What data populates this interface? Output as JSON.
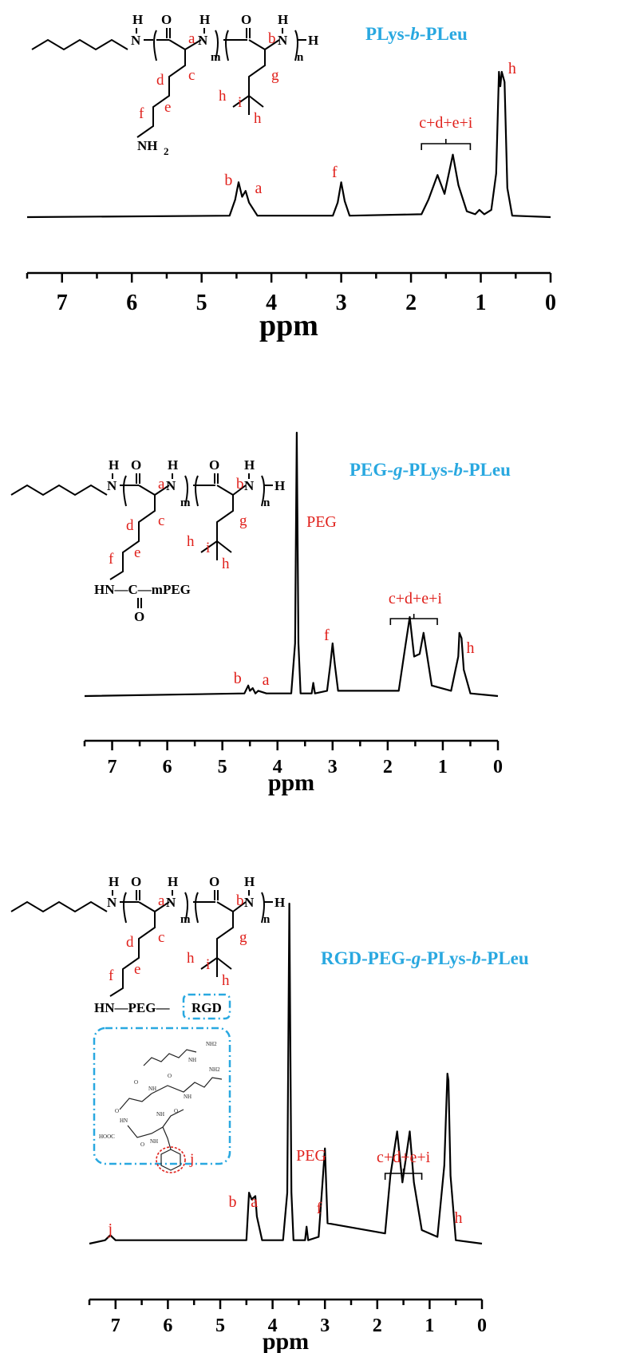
{
  "colors": {
    "title": "#29a8e0",
    "label": "#e0201b",
    "trace": "#000000",
    "box": "#29a8e0",
    "ring": "#e0201b"
  },
  "chart_data": [
    {
      "type": "line",
      "title": "PLys-b-PLeu",
      "title_parts": [
        "PLys-",
        "b",
        "-PLeu"
      ],
      "xlabel": "ppm",
      "xlim": [
        7.5,
        0
      ],
      "x_reversed": true,
      "grid": false,
      "xticks": [
        "7",
        "6",
        "5",
        "4",
        "3",
        "2",
        "1",
        "0"
      ],
      "series": [
        {
          "x": [
            7.5,
            4.6,
            4.52,
            4.47,
            4.42,
            4.37,
            4.32,
            4.2,
            3.12,
            3.05,
            3.0,
            2.95,
            2.88,
            1.85,
            1.75,
            1.62,
            1.52,
            1.4,
            1.32,
            1.2,
            1.08,
            1.02,
            0.95,
            0.85,
            0.78,
            0.74,
            0.72,
            0.7,
            0.66,
            0.62,
            0.55,
            0
          ],
          "y": [
            0,
            0.01,
            0.12,
            0.24,
            0.14,
            0.18,
            0.1,
            0.01,
            0.01,
            0.1,
            0.24,
            0.11,
            0.01,
            0.02,
            0.12,
            0.29,
            0.16,
            0.43,
            0.22,
            0.04,
            0.02,
            0.05,
            0.02,
            0.05,
            0.3,
            1.0,
            0.9,
            1.0,
            0.93,
            0.2,
            0.01,
            0
          ]
        }
      ],
      "peak_labels": [
        {
          "text": "b",
          "x": 4.5
        },
        {
          "text": "a",
          "x": 4.3
        },
        {
          "text": "f",
          "x": 3.05
        },
        {
          "text": "c+d+e+i",
          "x": 1.5
        },
        {
          "text": "h",
          "x": 0.55
        }
      ],
      "structure": {
        "sidechain_end": "NH",
        "sidechain_end_sub": "2"
      }
    },
    {
      "type": "line",
      "title": "PEG-g-PLys-b-PLeu",
      "title_parts": [
        "PEG-",
        "g",
        "-PLys-",
        "b",
        "-PLeu"
      ],
      "xlabel": "ppm",
      "xlim": [
        7.5,
        0
      ],
      "x_reversed": true,
      "grid": false,
      "xticks": [
        "7",
        "6",
        "5",
        "4",
        "3",
        "2",
        "1",
        "0"
      ],
      "series": [
        {
          "x": [
            7.5,
            4.6,
            4.53,
            4.5,
            4.45,
            4.4,
            4.35,
            4.2,
            3.75,
            3.68,
            3.65,
            3.62,
            3.58,
            3.5,
            3.38,
            3.35,
            3.32,
            3.1,
            3.04,
            3.0,
            2.96,
            2.9,
            1.8,
            1.68,
            1.6,
            1.52,
            1.42,
            1.35,
            1.2,
            0.85,
            0.72,
            0.7,
            0.66,
            0.62,
            0.5,
            0
          ],
          "y": [
            0,
            0.01,
            0.04,
            0.02,
            0.03,
            0.01,
            0.02,
            0.01,
            0.01,
            0.2,
            1.0,
            0.2,
            0.01,
            0.01,
            0.01,
            0.05,
            0.01,
            0.02,
            0.12,
            0.2,
            0.12,
            0.02,
            0.02,
            0.19,
            0.3,
            0.15,
            0.16,
            0.24,
            0.04,
            0.02,
            0.15,
            0.24,
            0.22,
            0.1,
            0.01,
            0
          ]
        }
      ],
      "peak_labels": [
        {
          "text": "b",
          "x": 4.55
        },
        {
          "text": "a",
          "x": 4.3
        },
        {
          "text": "PEG",
          "x": 3.2
        },
        {
          "text": "f",
          "x": 3.05
        },
        {
          "text": "c+d+e+i",
          "x": 1.5
        },
        {
          "text": "h",
          "x": 0.5
        }
      ],
      "structure": {
        "sidechain_end": "HN—C—mPEG",
        "carbonyl": "O"
      }
    },
    {
      "type": "line",
      "title": "RGD-PEG-g-PLys-b-PLeu",
      "title_parts": [
        "RGD-PEG-",
        "g",
        "-PLys-",
        "b",
        "-PLeu"
      ],
      "xlabel": "ppm",
      "xlim": [
        7.5,
        0
      ],
      "x_reversed": true,
      "grid": false,
      "xticks": [
        "7",
        "6",
        "5",
        "4",
        "3",
        "2",
        "1",
        "0"
      ],
      "series": [
        {
          "x": [
            7.5,
            7.2,
            7.1,
            7.0,
            4.5,
            4.45,
            4.4,
            4.33,
            4.3,
            4.2,
            3.8,
            3.72,
            3.68,
            3.64,
            3.6,
            3.5,
            3.38,
            3.35,
            3.32,
            3.12,
            3.05,
            3.0,
            2.95,
            1.85,
            1.75,
            1.62,
            1.52,
            1.38,
            1.3,
            1.15,
            0.85,
            0.72,
            0.66,
            0.64,
            0.6,
            0.5,
            0
          ],
          "y": [
            0,
            0.01,
            0.025,
            0.01,
            0.01,
            0.15,
            0.13,
            0.14,
            0.08,
            0.01,
            0.01,
            0.15,
            1.0,
            0.15,
            0.01,
            0.01,
            0.01,
            0.05,
            0.01,
            0.02,
            0.17,
            0.28,
            0.06,
            0.03,
            0.2,
            0.33,
            0.18,
            0.33,
            0.18,
            0.04,
            0.02,
            0.23,
            0.5,
            0.48,
            0.2,
            0.01,
            0
          ]
        }
      ],
      "peak_labels": [
        {
          "text": "j",
          "x": 7.1
        },
        {
          "text": "b",
          "x": 4.55
        },
        {
          "text": "a",
          "x": 4.35
        },
        {
          "text": "PEG",
          "x": 3.2
        },
        {
          "text": "f",
          "x": 3.05
        },
        {
          "text": "c+d+e+i",
          "x": 1.5
        },
        {
          "text": "h",
          "x": 0.45
        }
      ],
      "structure": {
        "sidechain_end": "HN—PEG—",
        "rgd": "RGD",
        "rgd_labels": [
          "NH2",
          "NH",
          "NH2",
          "NH",
          "NH",
          "NH",
          "O",
          "O",
          "O",
          "O",
          "O",
          "HN",
          "HOOC",
          "NH"
        ],
        "ring_label": "j"
      }
    }
  ],
  "structure_labels": {
    "H": "H",
    "N": "N",
    "O": "O",
    "m": "m",
    "n": "n",
    "letters": [
      "a",
      "b",
      "c",
      "d",
      "e",
      "f",
      "g",
      "h",
      "i",
      "h"
    ]
  }
}
